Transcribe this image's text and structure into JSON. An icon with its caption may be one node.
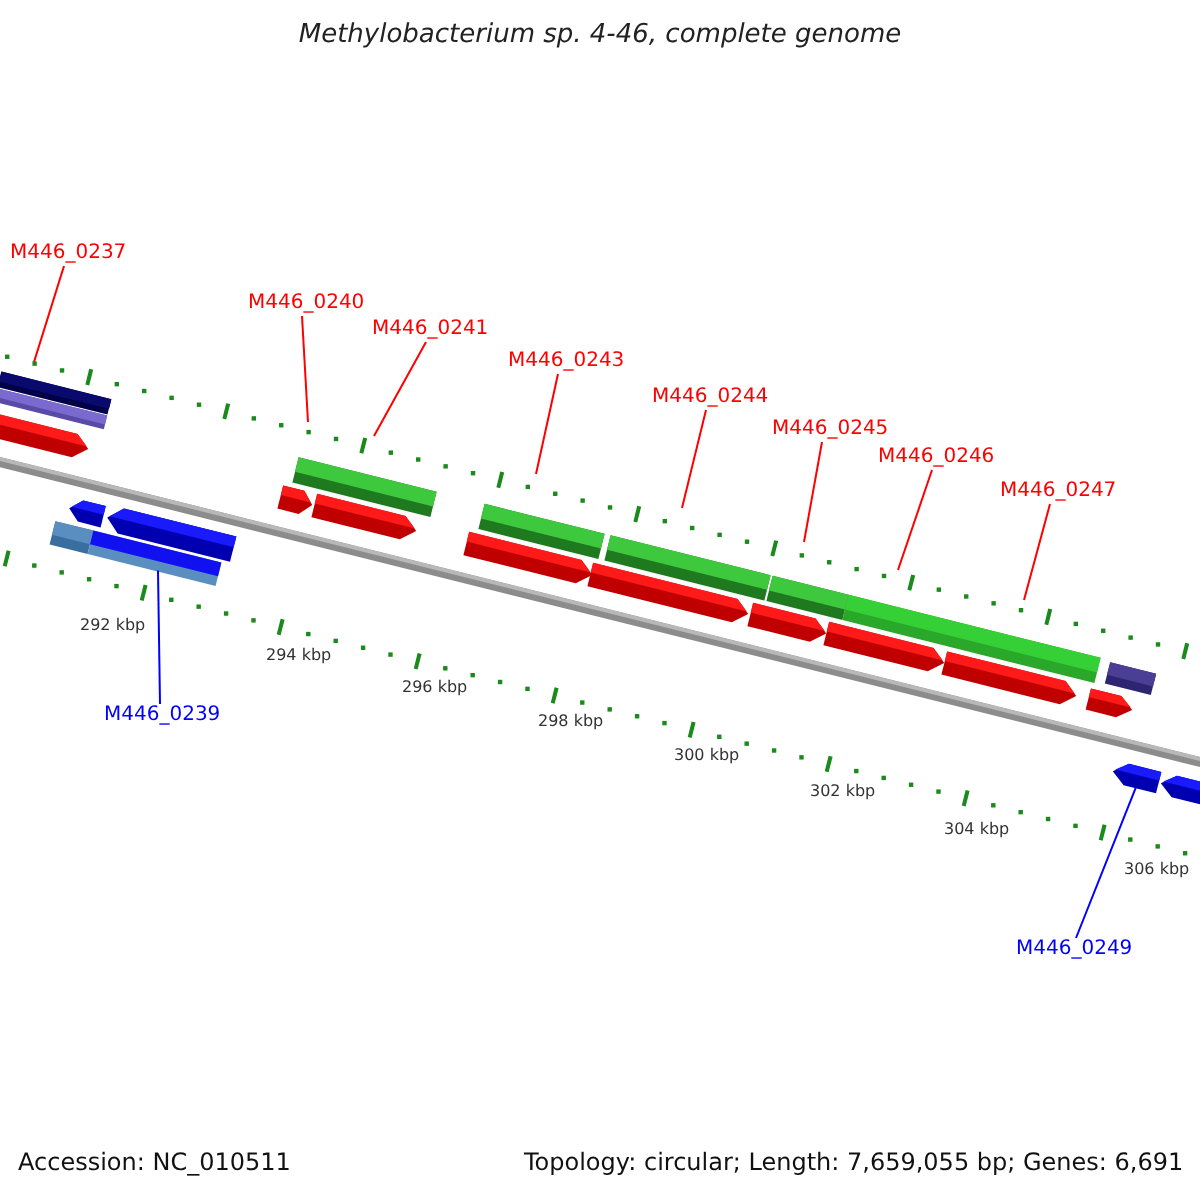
{
  "diagram": {
    "title": "Methylobacterium sp. 4-46, complete genome",
    "nodes": [
      {
        "text": [
          "M446_0237"
        ]
      },
      {
        "text": [
          "M446_0240"
        ]
      },
      {
        "text": [
          "M446_0241"
        ]
      },
      {
        "text": [
          "M446_0243"
        ]
      },
      {
        "text": [
          "M446_0244"
        ]
      },
      {
        "text": [
          "M446_0245"
        ]
      },
      {
        "text": [
          "M446_0246"
        ]
      },
      {
        "text": [
          "M446_0247"
        ]
      },
      {
        "text": [
          "M446_0239"
        ]
      },
      {
        "text": [
          "M446_0249"
        ]
      },
      {
        "text": [],
        "shape": "bar"
      },
      {
        "text": [],
        "shape": "bar"
      },
      {
        "text": [],
        "shape": "bar"
      }
    ],
    "edges": [
      {
        "from": 0,
        "to": null,
        "arrow": "none"
      },
      {
        "from": 1,
        "to": null,
        "arrow": "none"
      },
      {
        "from": 2,
        "to": null,
        "arrow": "none"
      },
      {
        "from": 3,
        "to": null,
        "arrow": "none"
      },
      {
        "from": 4,
        "to": null,
        "arrow": "none"
      },
      {
        "from": 5,
        "to": null,
        "arrow": "none"
      },
      {
        "from": 6,
        "to": null,
        "arrow": "none"
      },
      {
        "from": 7,
        "to": null,
        "arrow": "none"
      },
      {
        "from": 8,
        "to": 10,
        "arrow": "none",
        "color": "#0000ff"
      },
      {
        "from": 9,
        "to": 11,
        "arrow": "none",
        "color": "#0000ff"
      }
    ],
    "labels": [
      "292 kbp",
      "294 kbp",
      "296 kbp",
      "298 kbp",
      "300 kbp",
      "302 kbp",
      "304 kbp",
      "306 kbp",
      "Accession: NC_010511",
      "Topology: circular; Length: 7,659,055 bp; Genes: 6,691"
    ]
  }
}
